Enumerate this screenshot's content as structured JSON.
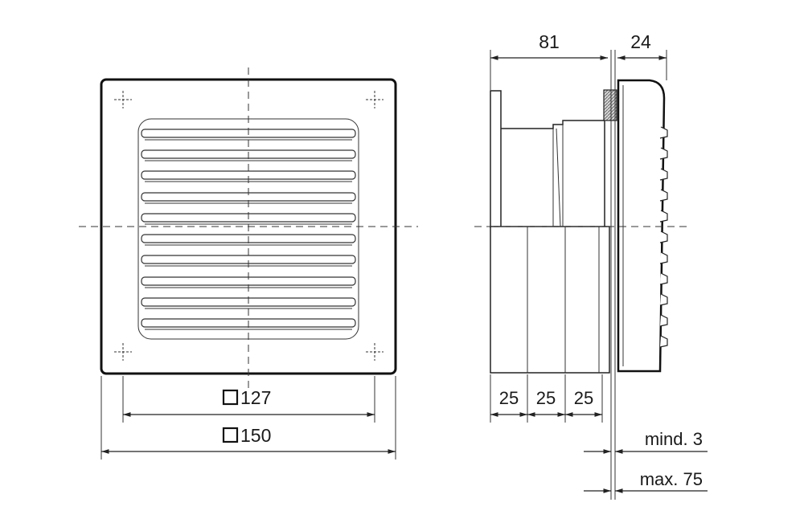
{
  "front_view": {
    "inner_square_label": "127",
    "outer_square_label": "150"
  },
  "side_view": {
    "depth_label": "81",
    "grille_depth_label": "24",
    "segment_labels": [
      "25",
      "25",
      "25"
    ],
    "min_wall_label": "mind. 3",
    "max_wall_label": "max. 75"
  }
}
